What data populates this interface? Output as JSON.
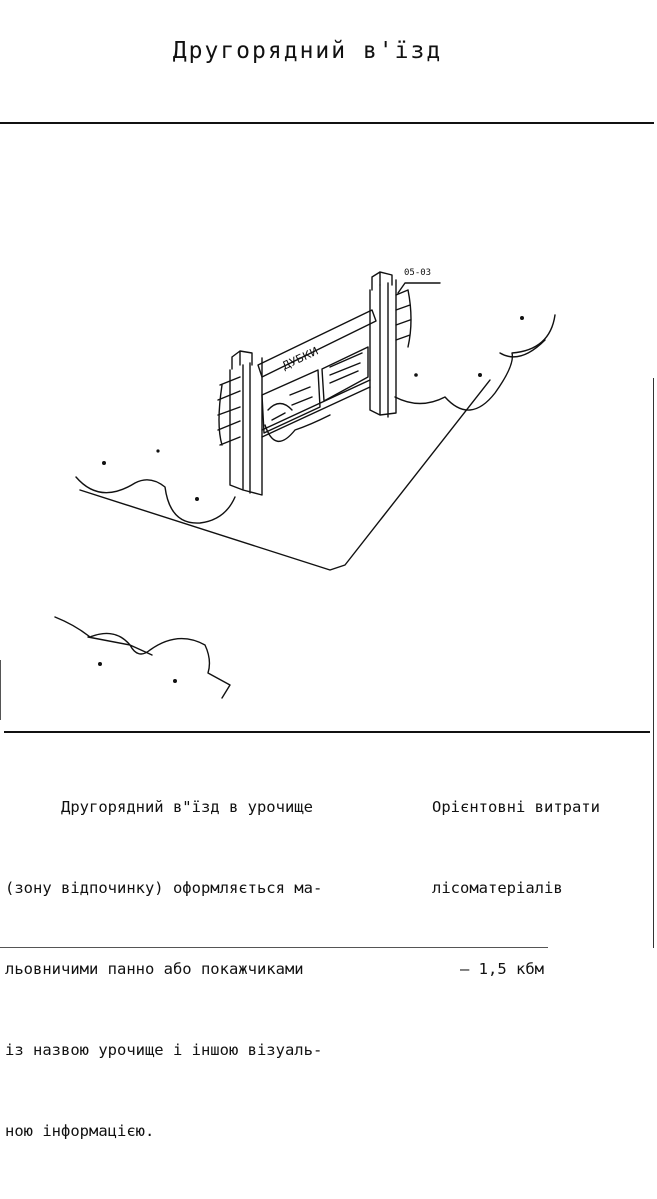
{
  "title": "Другорядний  в'їзд",
  "drawing": {
    "code": "05-03",
    "sign_text": "ДУБКИ"
  },
  "description": {
    "lines": [
      "      Другорядний в\"їзд в урочище",
      "(зону відпочинку) оформляється ма-",
      "льовничими панно або покажчиками",
      "із назвою урочище і іншою візуаль-",
      "ною інформацією."
    ]
  },
  "costs": {
    "line1": "Орієнтовні витрати",
    "line2": "лісоматеріалів",
    "amount": "– 1,5 кбм"
  }
}
